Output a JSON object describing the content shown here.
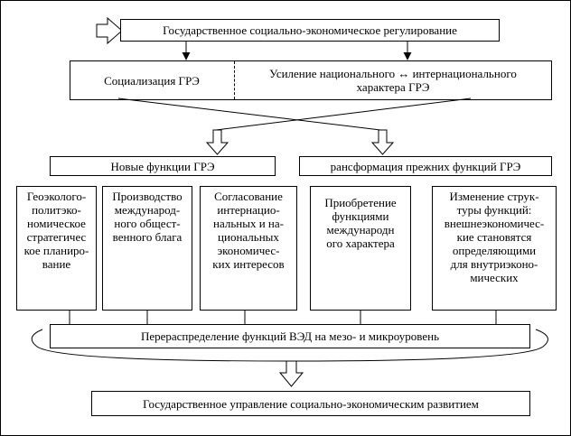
{
  "nodes": {
    "state_regulation": "Государственное  социально-экономическое регулирование",
    "socialization": "Социализация ГРЭ",
    "strengthening": "Усиление  национального ↔ интернационального\nхарактера ГРЭ",
    "new_functions": "Новые функции ГРЭ",
    "transformation": "рансформация прежних функций ГРЭ",
    "f_geo": "Геоэколого-\nполитэко-\nномическое\nстратегичес\nкое планиро-\nвание",
    "f_production": "Производство\nмеждународ-\nного общест-\nвенного блага",
    "f_coordination": "Согласование\nинтернацио-\nнальных и на-\nциональных\nэкономичес-\nких интересов",
    "f_acquisition": "Приобретение\nфункциями\nмеждународн\nого характера",
    "f_structure": "Изменение струк-\nтуры функций:\nвнешнеэкономичес-\nкие становятся\nопределяющими\nдля внутриэконо-\nмических",
    "redistribution": "Перераспределение функций ВЭД на мезо- и микроуровень",
    "state_management": "Государственное управление социально-экономическим развитием"
  }
}
